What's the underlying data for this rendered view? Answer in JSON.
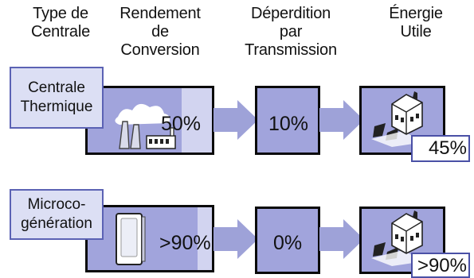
{
  "headers": {
    "type": [
      "Type de",
      "Centrale"
    ],
    "rendement": [
      "Rendement",
      "de",
      "Conversion"
    ],
    "deperdition": [
      "Déperdition",
      "par",
      "Transmission"
    ],
    "energie": [
      "Énergie",
      "Utile"
    ]
  },
  "rows": [
    {
      "type_lines": [
        "Centrale",
        "Thermique"
      ],
      "rendement": "50%",
      "deperdition": "10%",
      "energie": "45%"
    },
    {
      "type_lines": [
        "Microco-",
        "génération"
      ],
      "rendement": ">90%",
      "deperdition": "0%",
      "energie": ">90%"
    }
  ],
  "colors": {
    "box_fill": "#a1a4dc",
    "box_light": "#d2d4f0",
    "label_fill": "#dcdff4",
    "label_border": "#5b62b4",
    "arrow": "#9ea2d8"
  },
  "icons": {
    "power_plant": "power-plant-icon",
    "house": "house-icon",
    "boiler": "boiler-icon"
  }
}
